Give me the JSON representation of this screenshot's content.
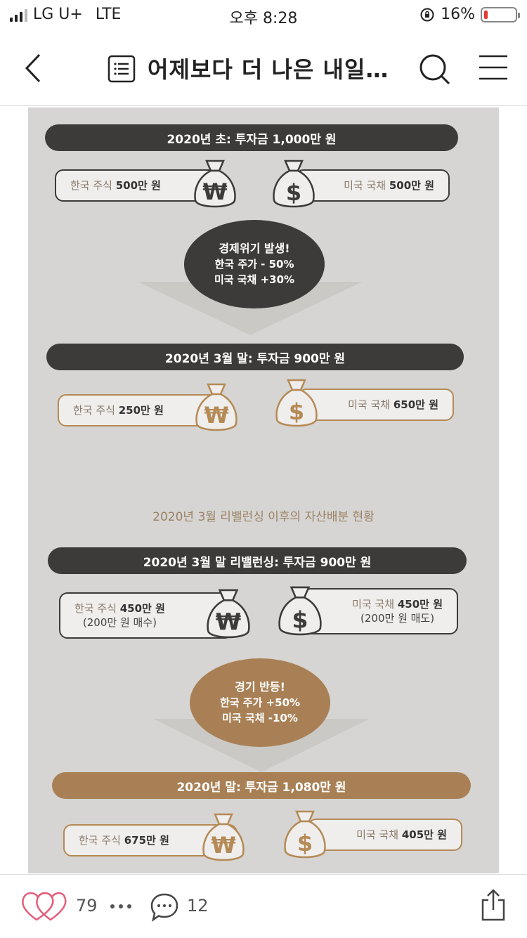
{
  "status_bar": {
    "carrier": "LG U+",
    "network": "LTE",
    "time": "오후 8:28",
    "battery": "16%"
  },
  "nav": {
    "title": "어제보다 더 나은 내일…"
  },
  "article_image": {
    "section1": {
      "banner": "2020년 초: 투자금 1,000만 원",
      "korea": {
        "label": "한국 주식",
        "amount": "500만 원"
      },
      "us": {
        "label": "미국 국채",
        "amount": "500만 원"
      }
    },
    "event1": {
      "line1": "경제위기 발생!",
      "line2": "한국 주가 - 50%",
      "line3": "미국 국채 +30%"
    },
    "section2": {
      "banner": "2020년 3월 말: 투자금 900만 원",
      "korea": {
        "label": "한국 주식",
        "amount": "250만 원"
      },
      "us": {
        "label": "미국 국채",
        "amount": "650만 원"
      }
    },
    "rebalance_title": "2020년 3월 리밸런싱 이후의 자산배분 현황",
    "section3": {
      "banner": "2020년 3월 말 리밸런싱: 투자금 900만 원",
      "korea": {
        "label": "한국 주식",
        "amount": "450만 원",
        "note": "(200만 원 매수)"
      },
      "us": {
        "label": "미국 국채",
        "amount": "450만 원",
        "note": "(200만 원 매도)"
      }
    },
    "event2": {
      "line1": "경기 반등!",
      "line2": "한국 주가 +50%",
      "line3": "미국 국채 -10%"
    },
    "section4": {
      "banner": "2020년 말: 투자금 1,080만 원",
      "korea": {
        "label": "한국 주식",
        "amount": "675만 원"
      },
      "us": {
        "label": "미국 국채",
        "amount": "405만 원"
      }
    },
    "symbols": {
      "won": "₩",
      "dollar": "$"
    },
    "colors": {
      "dark": "#3d3b39",
      "gold": "#a98055",
      "paper": "#d6d5d3"
    }
  },
  "bottom_bar": {
    "likes": "79",
    "comments": "12"
  }
}
